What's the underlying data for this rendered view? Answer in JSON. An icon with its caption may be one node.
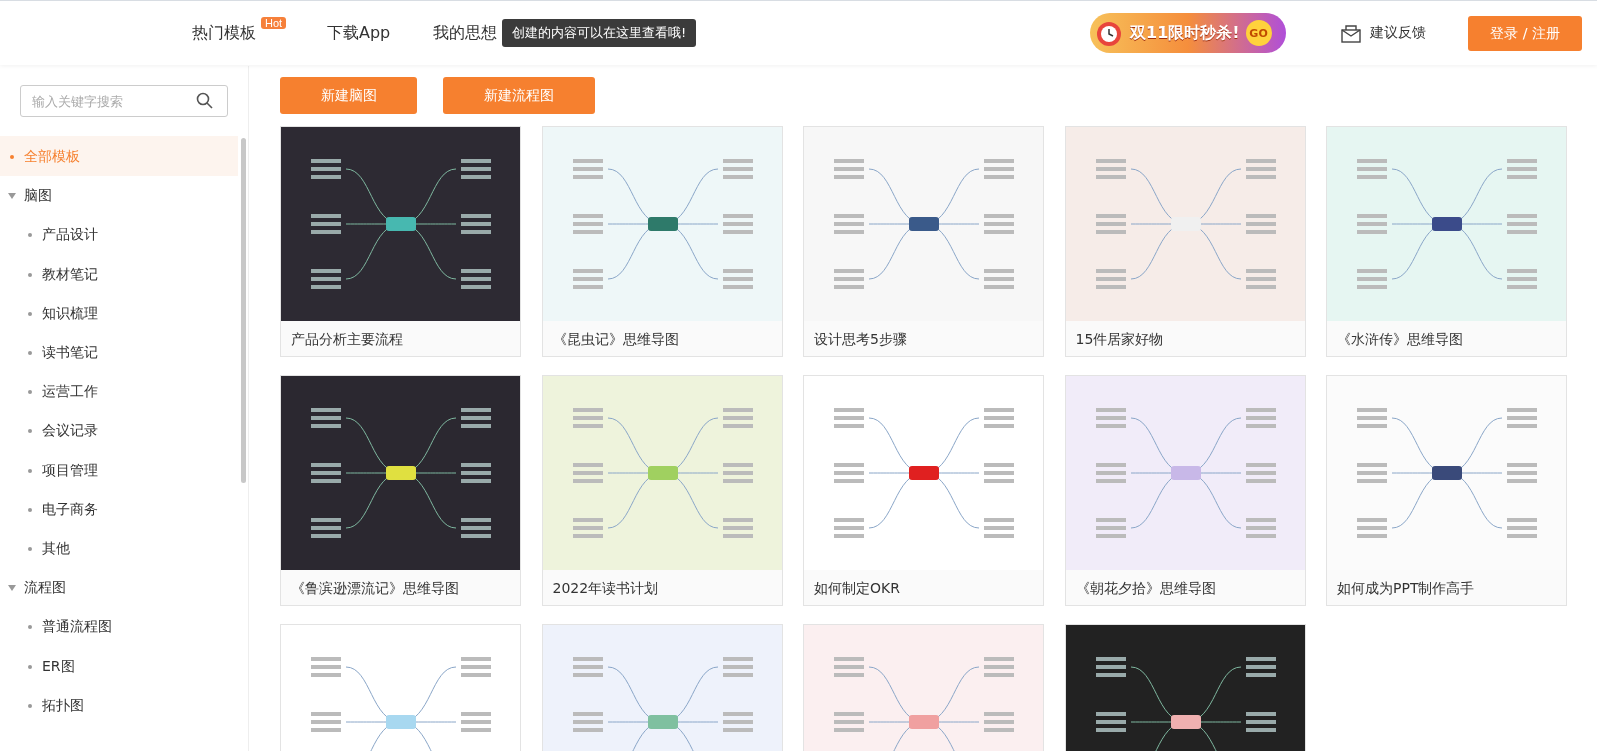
{
  "diagram": {
    "nodes": [
      {
        "text": [
          "登录 / 注册"
        ]
      },
      {
        "text": [
          "新建脑图"
        ]
      },
      {
        "text": [
          "新建流程图"
        ]
      },
      {
        "text": [
          "产品分析主要流程"
        ]
      },
      {
        "text": [
          "《昆虫记》思维导图"
        ]
      },
      {
        "text": [
          "设计思考5步骤"
        ]
      },
      {
        "text": [
          "15件居家好物"
        ]
      },
      {
        "text": [
          "《水浒传》思维导图"
        ]
      },
      {
        "text": [
          "《鲁滨逊漂流记》思维导图"
        ]
      },
      {
        "text": [
          "2022年读书计划"
        ]
      },
      {
        "text": [
          "如何制定OKR"
        ]
      },
      {
        "text": [
          "《朝花夕拾》思维导图"
        ]
      },
      {
        "text": [
          "如何成为PPT制作高手"
        ]
      },
      {
        "text": [],
        "shape": "picture"
      },
      {
        "text": [],
        "shape": "picture"
      },
      {
        "text": [],
        "shape": "picture"
      },
      {
        "text": [],
        "shape": "picture"
      }
    ],
    "labels": [
      "热门模板",
      "Hot",
      "下载App",
      "我的思想",
      "创建的内容可以在这里查看哦!",
      "双11限时秒杀!",
      "GO",
      "建议反馈",
      "输入关键字搜索",
      "全部模板",
      "脑图",
      "产品设计",
      "教材笔记",
      "知识梳理",
      "读书笔记",
      "运营工作",
      "会议记录",
      "项目管理",
      "电子商务",
      "其他",
      "流程图",
      "普通流程图",
      "ER图",
      "拓扑图"
    ]
  }
}
